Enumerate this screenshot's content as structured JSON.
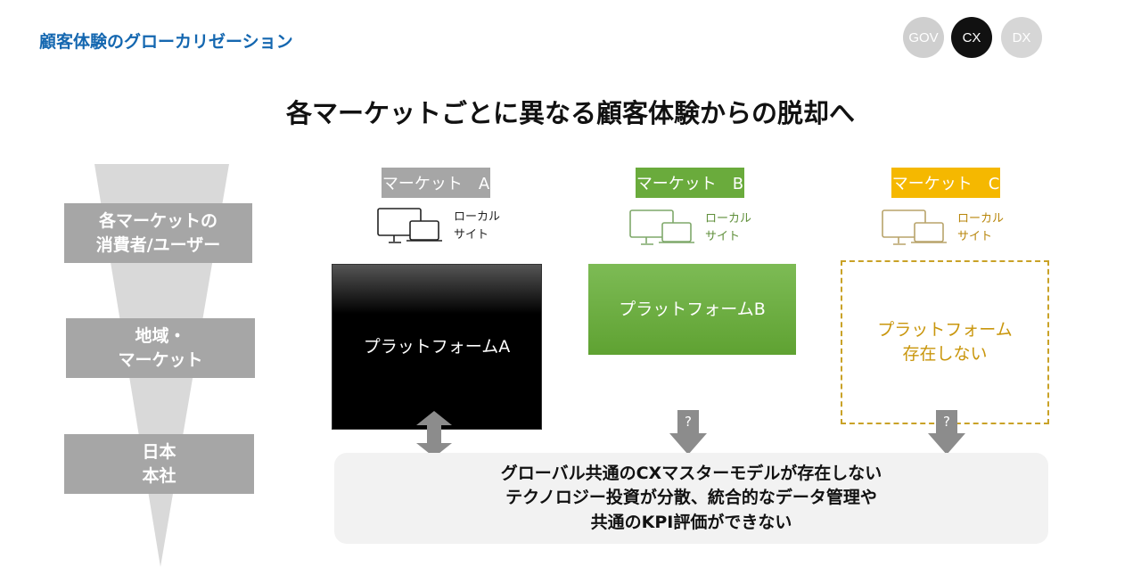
{
  "header": {
    "title": "顧客体験のグローカリゼーション",
    "badges": [
      {
        "label": "GOV",
        "color": "#cfcfcf"
      },
      {
        "label": "CX",
        "color": "#111111"
      },
      {
        "label": "DX",
        "color": "#d6d6d6"
      }
    ]
  },
  "heading": "各マーケットごとに異なる顧客体験からの脱却へ",
  "levels": [
    "各マーケットの\n消費者/ユーザー",
    "地域・\nマーケット",
    "日本\n本社"
  ],
  "markets": [
    {
      "label": "マーケット　A",
      "site": "ローカル\nサイト",
      "platform": "プラットフォームA",
      "color": "#a6a6a6"
    },
    {
      "label": "マーケット　B",
      "site": "ローカル\nサイト",
      "platform": "プラットフォームB",
      "color": "#6aab3c"
    },
    {
      "label": "マーケット　C",
      "site": "ローカル\nサイト",
      "platform": "プラットフォーム\n存在しない",
      "color": "#f5b800"
    }
  ],
  "arrows": {
    "question": "?"
  },
  "summary": [
    "グローバル共通のCXマスターモデルが存在しない",
    "テクノロジー投資が分散、統合的なデータ管理や",
    "共通のKPI評価ができない"
  ]
}
